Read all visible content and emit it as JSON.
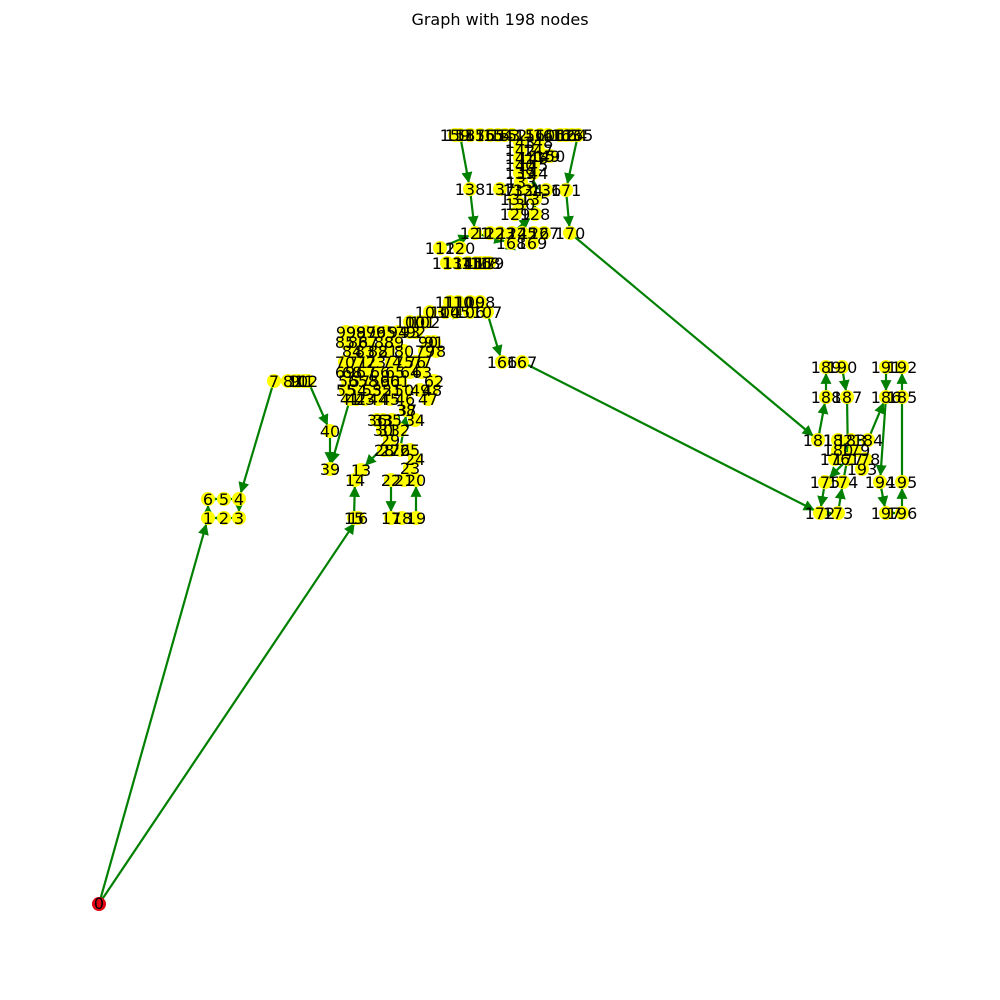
{
  "title": "Graph with 198 nodes",
  "colors": {
    "edge": "#008000",
    "node": "#ffff00",
    "root": "#e0000f",
    "label": "#000000"
  },
  "root": {
    "id": "0"
  },
  "labels": [
    "1",
    "2",
    "3",
    "4",
    "5",
    "6",
    "7",
    "8",
    "9",
    "10",
    "11",
    "12",
    "13",
    "14",
    "15",
    "16",
    "17",
    "18",
    "19",
    "20",
    "21",
    "22",
    "23",
    "24",
    "25",
    "26",
    "27",
    "28",
    "29",
    "30",
    "31",
    "32",
    "33",
    "34",
    "35",
    "36",
    "37",
    "38",
    "39",
    "40",
    "41",
    "42",
    "43",
    "44",
    "45",
    "46",
    "47",
    "48",
    "49",
    "50",
    "51",
    "52",
    "53",
    "54",
    "55",
    "56",
    "57",
    "58",
    "59",
    "60",
    "61",
    "62",
    "63",
    "64",
    "65",
    "66",
    "67",
    "68",
    "69",
    "70",
    "71",
    "72",
    "73",
    "74",
    "75",
    "76",
    "77",
    "78",
    "79",
    "80",
    "81",
    "82",
    "83",
    "84",
    "85",
    "86",
    "87",
    "88",
    "89",
    "90",
    "91",
    "92",
    "93",
    "94",
    "95",
    "96",
    "97",
    "98",
    "99",
    "100",
    "101",
    "102",
    "103",
    "104",
    "105",
    "106",
    "107",
    "108",
    "109",
    "110",
    "111",
    "112",
    "113",
    "114",
    "115",
    "116",
    "117",
    "118",
    "119",
    "120",
    "121",
    "122",
    "123",
    "124",
    "125",
    "126",
    "127",
    "128",
    "129",
    "130",
    "131",
    "132",
    "133",
    "134",
    "135",
    "136",
    "137",
    "138",
    "139",
    "140",
    "141",
    "142",
    "143",
    "144",
    "145",
    "146",
    "147",
    "148",
    "149",
    "150",
    "151",
    "152",
    "153",
    "154",
    "155",
    "156",
    "157",
    "158",
    "159",
    "160",
    "161",
    "162",
    "163",
    "164",
    "165",
    "166",
    "167",
    "168",
    "169",
    "170",
    "171",
    "172",
    "173",
    "174",
    "175",
    "176",
    "177",
    "178",
    "179",
    "180",
    "181",
    "182",
    "183",
    "184",
    "185",
    "186",
    "187",
    "188",
    "189",
    "190",
    "191",
    "192",
    "193",
    "194",
    "195",
    "196",
    "197"
  ]
}
